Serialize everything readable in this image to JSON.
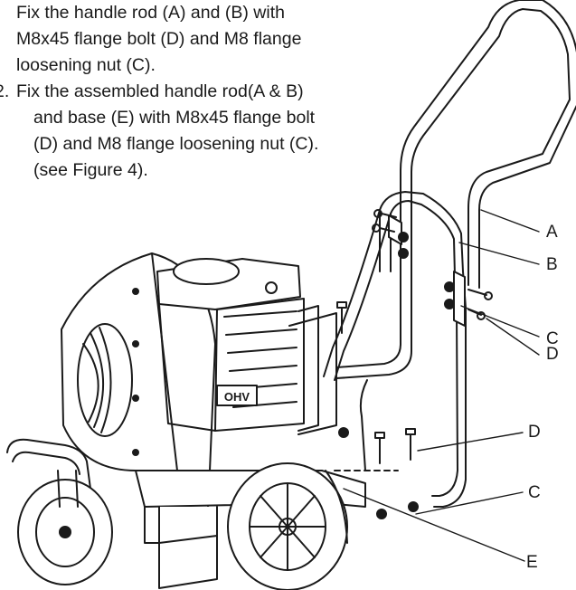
{
  "steps": [
    {
      "number": ".",
      "lines": [
        "Fix the handle rod (A) and (B) with",
        "M8x45 flange bolt (D) and M8 flange",
        "loosening nut (C)."
      ]
    },
    {
      "number": "2.",
      "lines": [
        "Fix the assembled handle rod(A & B)",
        "and base (E) with M8x45 flange bolt",
        "(D) and M8 flange loosening nut (C).",
        "(see Figure 4)."
      ]
    }
  ],
  "callouts": {
    "a": "A",
    "b": "B",
    "c1": "C",
    "d1": "D",
    "d2": "D",
    "c2": "C",
    "e": "E"
  },
  "engine_badge": "OHV"
}
